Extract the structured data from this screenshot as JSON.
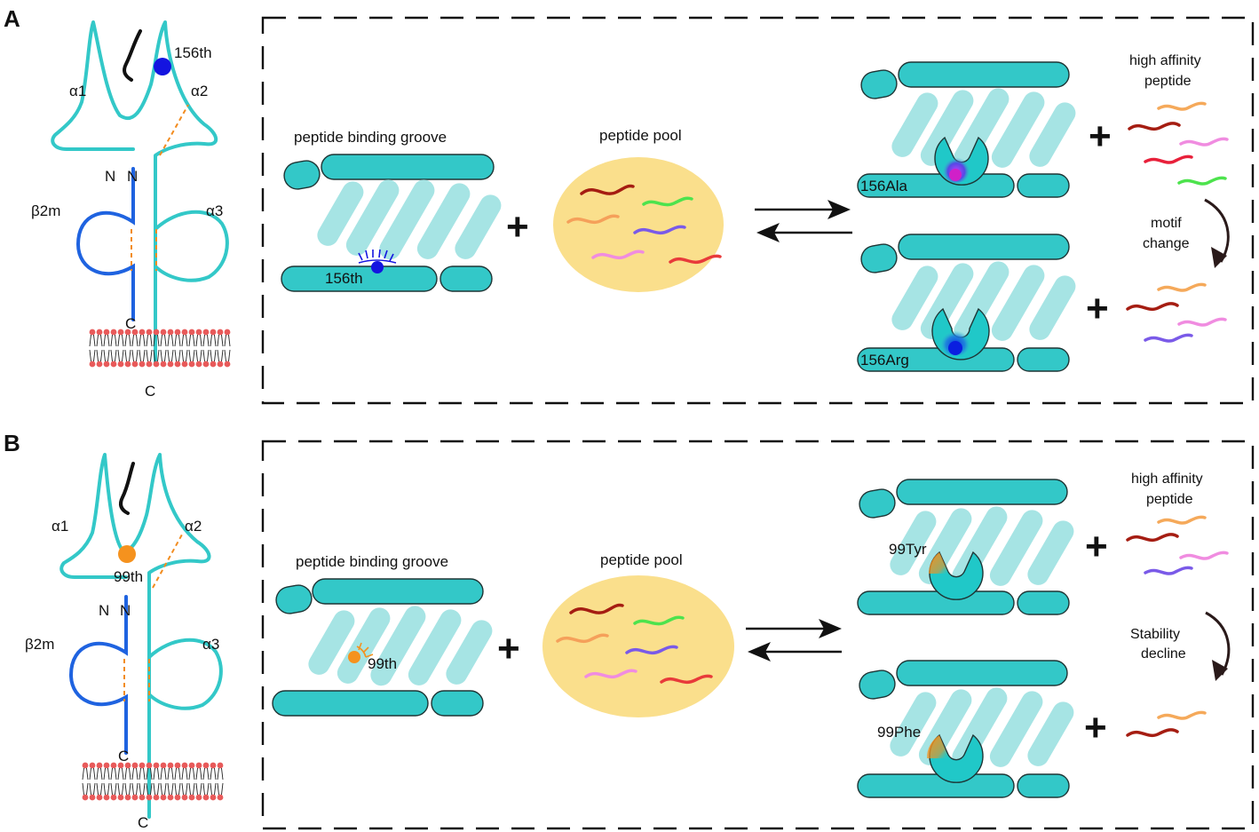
{
  "panels": [
    {
      "letter": "A",
      "mhc": {
        "alpha1": "α1",
        "alpha2": "α2",
        "alpha3": "α3",
        "b2m": "β2m",
        "n1": "N",
        "n2": "N",
        "c1": "C",
        "c2": "C",
        "residue": "156th",
        "residue_color": "#1414e0"
      },
      "groove_label": "peptide binding groove",
      "groove_residue": "156th",
      "pool_label": "peptide pool",
      "upper_variant": "156Ala",
      "lower_variant": "156Arg",
      "affinity_label_1": "high affinity",
      "affinity_label_2": "peptide",
      "change_label_1": "motif",
      "change_label_2": "change",
      "plus": "+"
    },
    {
      "letter": "B",
      "mhc": {
        "alpha1": "α1",
        "alpha2": "α2",
        "alpha3": "α3",
        "b2m": "β2m",
        "n1": "N",
        "n2": "N",
        "c1": "C",
        "c2": "C",
        "residue": "99th",
        "residue_color": "#f5921e"
      },
      "groove_label": "peptide binding groove",
      "groove_residue": "99th",
      "pool_label": "peptide pool",
      "upper_variant": "99Tyr",
      "lower_variant": "99Phe",
      "affinity_label_1": "high affinity",
      "affinity_label_2": "peptide",
      "change_label_1": "Stability",
      "change_label_2": "decline",
      "plus": "+"
    }
  ],
  "colors": {
    "teal": "#33c8c8",
    "light_teal": "#a6e4e4",
    "beta2m_blue": "#1f63e0",
    "pool_yellow": "#fadf8c",
    "membrane_red": "#e85a5a"
  }
}
